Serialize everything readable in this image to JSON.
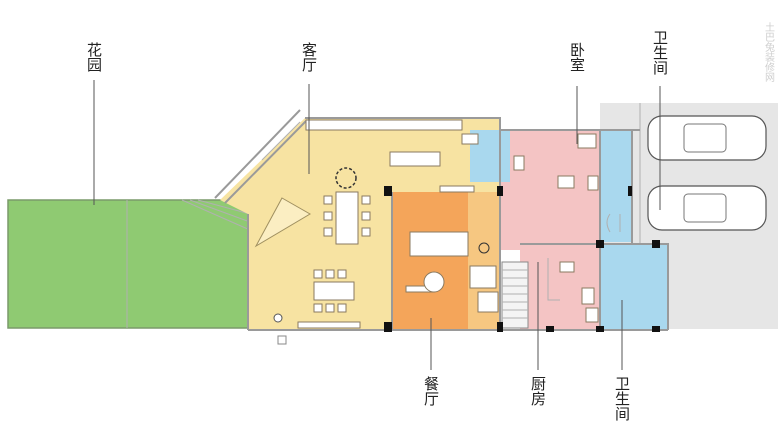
{
  "labels": {
    "garden": "花园",
    "living_room": "客厅",
    "bedroom": "卧室",
    "bathroom_top": "卫生间",
    "dining_room": "餐厅",
    "kitchen": "厨房",
    "bathroom_bottom": "卫生间"
  },
  "watermark": "土巴兔装修网",
  "colors": {
    "garden": "#8fca72",
    "living": "#f7e3a2",
    "dining": "#f4a55a",
    "bedroom": "#f4c4c4",
    "bathroom": "#a9d8ee",
    "garage": "#e6e6e6"
  }
}
